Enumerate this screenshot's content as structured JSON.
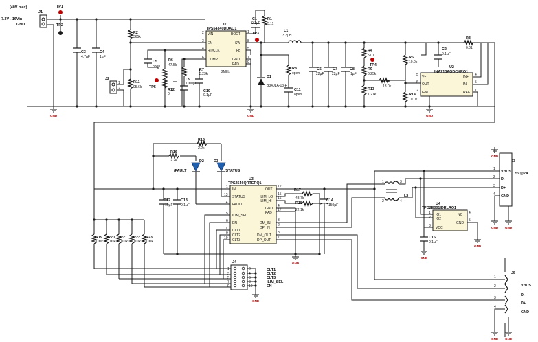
{
  "input": {
    "max": "(40V max)",
    "range": "7.3V - 16Vin",
    "gnd": "GND",
    "j1": "J1",
    "tp1": "TP1",
    "tp2": "TP2"
  },
  "u1": {
    "ref": "U1",
    "part": "TPS54340DDAQ1",
    "pins": {
      "vin": "VIN",
      "en": "EN",
      "rtclk": "RT/CLK",
      "comp": "COMP",
      "boot": "BOOT",
      "sw": "SW",
      "fb": "FB",
      "gnd": "GND",
      "pad": "PAD"
    },
    "pin_numbers": {
      "vin": "2",
      "en": "3",
      "rtclk": "4",
      "comp": "6",
      "boot": "1",
      "sw": "8",
      "fb": "5",
      "gnd": "7",
      "pad": "9"
    },
    "freq": "2MHz"
  },
  "u2": {
    "ref": "U2",
    "part": "INA213AQDCKRQ1",
    "pins": {
      "vplus": "V+",
      "out": "OUT",
      "gnd": "GND",
      "inp": "IN+",
      "inm": "IN-",
      "ref": "REF"
    },
    "pin_numbers": {
      "vplus": "5",
      "out": "6",
      "gnd": "2",
      "inp": "4",
      "inm": "5",
      "ref": "1"
    }
  },
  "u3": {
    "ref": "U3",
    "part": "TPS2546QRTERQ1",
    "pins": {
      "in": "IN",
      "status": "STATUS",
      "fault": "FAULT",
      "ilim_sel": "ILIM_SEL",
      "en": "EN",
      "clt1": "CLT1",
      "clt2": "CLT2",
      "clt3": "CLT3",
      "out": "OUT",
      "ilim_lo": "ILIM_LO",
      "ilim_hi": "ILIM_HI",
      "gnd": "GND",
      "pad": "PAD",
      "dm_in": "DM_IN",
      "dp_in": "DP_IN",
      "dm_out": "DM_OUT",
      "dp_out": "DP_OUT"
    },
    "pin_numbers": {
      "in": "1",
      "status": "13",
      "fault": "14",
      "ilim_sel": "5",
      "en": "6",
      "clt1": "11",
      "clt2": "9",
      "clt3": "10",
      "out": "12",
      "ilim_lo": "15",
      "ilim_hi": "16",
      "gnd": "4",
      "pad": "17",
      "dm_in": "3",
      "dp_in": "2",
      "dm_out": "8",
      "dp_out": "7"
    }
  },
  "u4": {
    "ref": "U4",
    "part": "TPD2E001IDRLRQ1",
    "pins": {
      "io1": "IO1",
      "io2": "IO2",
      "vcc": "VCC",
      "nc": "NC",
      "gnd": "GND"
    },
    "pin_numbers": {
      "io1": "1",
      "io2": "2",
      "vcc": "3",
      "nc": "4",
      "gnd": "5"
    }
  },
  "components": {
    "c1": {
      "ref": "C1",
      "value": "0.1µF"
    },
    "r1": {
      "ref": "R1",
      "value": "5.11"
    },
    "tp3": {
      "ref": "TP3"
    },
    "l1": {
      "ref": "L1",
      "value": "3.3µH"
    },
    "r2": {
      "ref": "R2",
      "value": "365k"
    },
    "c3": {
      "ref": "C3",
      "value": "4.7µF"
    },
    "c4": {
      "ref": "C4",
      "value": "1µF"
    },
    "r11": {
      "ref": "R11",
      "value": "95.6k"
    },
    "j2": {
      "ref": "J2"
    },
    "c5": {
      "ref": "C5",
      "value": "open"
    },
    "r6": {
      "ref": "R6",
      "value": "47.5k"
    },
    "r7": {
      "ref": "R7",
      "value": "3.23k"
    },
    "c9": {
      "ref": "C9",
      "value": "1000pF"
    },
    "r12": {
      "ref": "R12",
      "value": "0"
    },
    "tp5": {
      "ref": "TP5"
    },
    "c10": {
      "ref": "C10",
      "value": "0.1µF"
    },
    "d1": {
      "ref": "D1",
      "value": "B340LA-13-F"
    },
    "r8": {
      "ref": "R8",
      "value": "open"
    },
    "c11": {
      "ref": "C11",
      "value": "open"
    },
    "c6": {
      "ref": "C6",
      "value": "22µF"
    },
    "c7": {
      "ref": "C7",
      "value": "22µF"
    },
    "c8": {
      "ref": "C8",
      "value": "1µF"
    },
    "r4": {
      "ref": "R4",
      "value": "51.1"
    },
    "tp4": {
      "ref": "TP4"
    },
    "r9": {
      "ref": "R9",
      "value": "6.25k"
    },
    "r13": {
      "ref": "R13",
      "value": "1.21k"
    },
    "r10": {
      "ref": "R10",
      "value": "13.0k"
    },
    "r5": {
      "ref": "R5",
      "value": "10.0k"
    },
    "r14": {
      "ref": "R14",
      "value": "10.0k"
    },
    "c2": {
      "ref": "C2",
      "value": "0.1µF"
    },
    "r3": {
      "ref": "R3",
      "value": "0.01"
    },
    "r15": {
      "ref": "R15",
      "value": "2.2k"
    },
    "r16": {
      "ref": "R16",
      "value": "2.2k"
    },
    "d2": {
      "ref": "D2",
      "label": "/FAULT"
    },
    "d3": {
      "ref": "D3",
      "label": "/STATUS"
    },
    "c12": {
      "ref": "C12",
      "value": "10µF"
    },
    "c13": {
      "ref": "C13",
      "value": "0.1µF"
    },
    "r17": {
      "ref": "R17",
      "value": "48.7k"
    },
    "r18": {
      "ref": "R18",
      "value": "22.1k"
    },
    "c14": {
      "ref": "C14",
      "value": "150µF"
    },
    "r19": {
      "ref": "R19",
      "value": "100k"
    },
    "r20": {
      "ref": "R20",
      "value": "100k"
    },
    "r21": {
      "ref": "R21",
      "value": "100k"
    },
    "r22": {
      "ref": "R22",
      "value": "100k"
    },
    "r23": {
      "ref": "R23",
      "value": "100k"
    },
    "j4": {
      "ref": "J4"
    },
    "l2": {
      "ref": "L2"
    },
    "c15": {
      "ref": "C15",
      "value": "0.1µF"
    }
  },
  "j4_labels": [
    "CLT1",
    "CLT2",
    "CLT3",
    "ILIM_SEL",
    "EN"
  ],
  "j4_pins_left": [
    "1",
    "3",
    "5",
    "7",
    "9"
  ],
  "j4_pins_right": [
    "2",
    "4",
    "6",
    "8",
    "10"
  ],
  "j3": {
    "ref": "J3",
    "rating": "5V@2A",
    "pins": [
      "1",
      "2",
      "3",
      "4"
    ],
    "labels": [
      "VBUS",
      "D-",
      "D+",
      "GND"
    ]
  },
  "j5": {
    "ref": "J5",
    "pins": [
      "1",
      "2",
      "3",
      "4"
    ],
    "labels": [
      "VBUS",
      "D-",
      "D+",
      "GND"
    ]
  },
  "l2_pins": [
    "1",
    "2",
    "3",
    "4"
  ],
  "gnd_label": "GND"
}
